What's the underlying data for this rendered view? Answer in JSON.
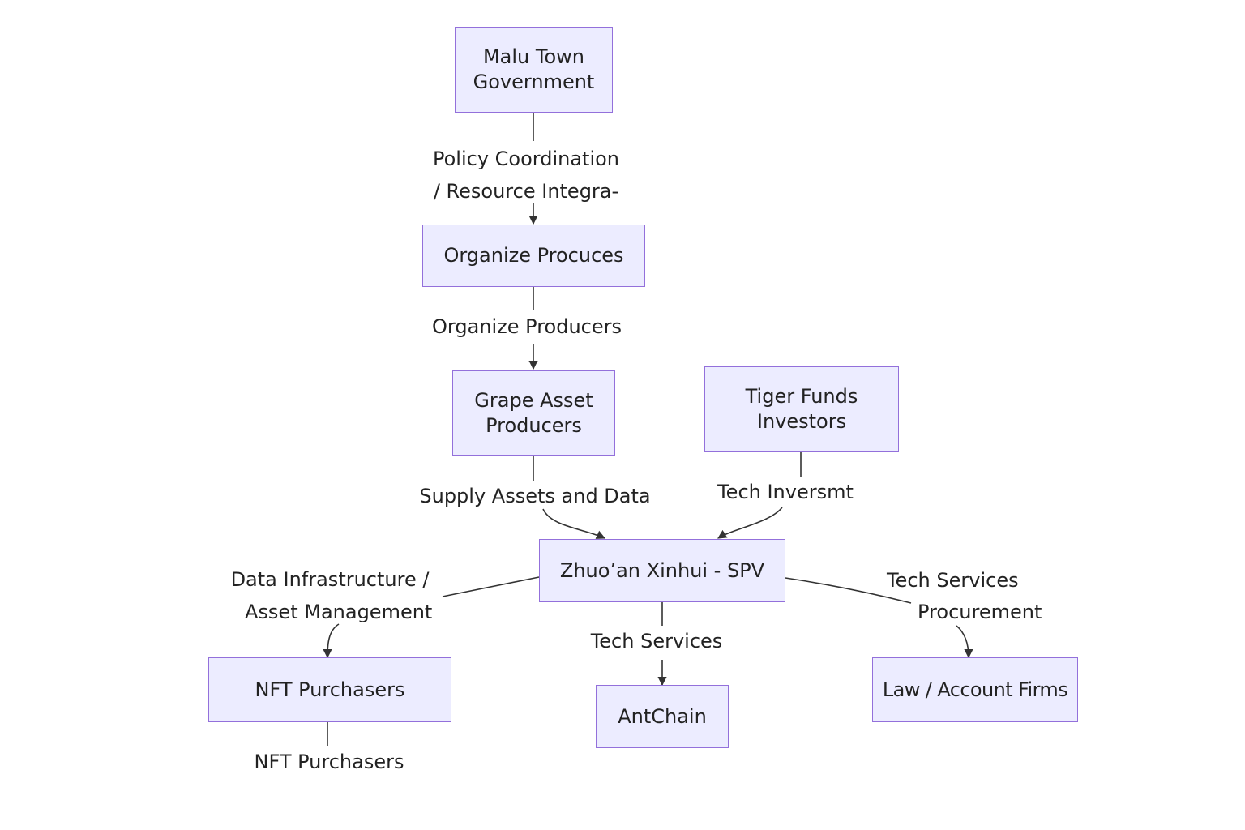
{
  "nodes": {
    "malu": {
      "lines": [
        "Malu Town",
        "Government"
      ]
    },
    "organize": {
      "lines": [
        "Organize Procuces"
      ]
    },
    "grape": {
      "lines": [
        "Grape Asset",
        "Producers"
      ]
    },
    "tiger": {
      "lines": [
        "Tiger Funds",
        "Investors"
      ]
    },
    "spv": {
      "lines": [
        "Zhuo’an Xinhui - SPV"
      ]
    },
    "nft": {
      "lines": [
        "NFT Purchasers"
      ]
    },
    "antchain": {
      "lines": [
        "AntChain"
      ]
    },
    "law": {
      "lines": [
        "Law / Account Firms"
      ]
    }
  },
  "edges": {
    "policy": {
      "lines": [
        "Policy  Coordination",
        "/ Resource Integra-"
      ]
    },
    "organize_producers": {
      "lines": [
        "Organize Producers"
      ]
    },
    "supply": {
      "lines": [
        "Supply Assets and Data"
      ]
    },
    "tech_investment": {
      "lines": [
        "Tech Inversmt"
      ]
    },
    "data_infra": {
      "lines": [
        "Data Infrastructure /",
        "Asset Management"
      ]
    },
    "tech_services": {
      "lines": [
        "Tech Services"
      ]
    },
    "procurement": {
      "lines": [
        "Tech Services",
        "Procurement"
      ]
    },
    "nft_tail": {
      "lines": [
        "NFT Purchasers"
      ]
    }
  },
  "colors": {
    "node_fill": "#ECECFF",
    "node_border": "#9370DB",
    "edge": "#333333",
    "text": "#222222"
  }
}
